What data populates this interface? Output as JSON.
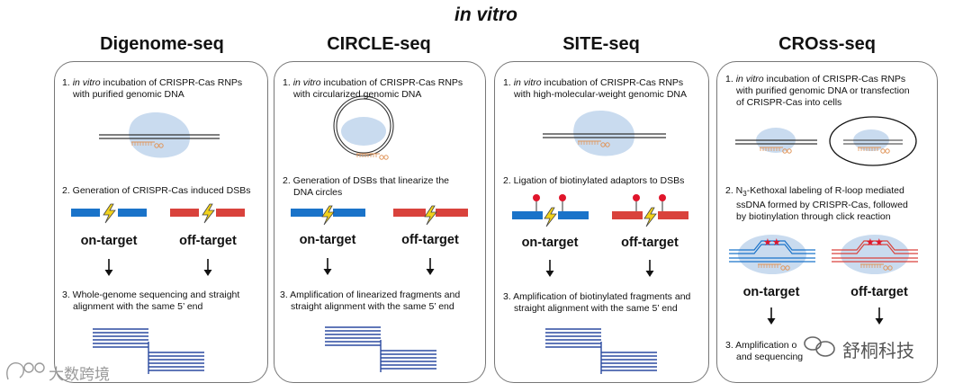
{
  "title": "in vitro",
  "columns": [
    {
      "name": "Digenome-seq",
      "step1_num": "1.",
      "step1_em": "in vitro",
      "step1_a": " incubation of CRISPR-Cas RNPs",
      "step1_b": "with purified genomic DNA",
      "step2_a": "2. Generation of CRISPR-Cas induced DSBs",
      "on": "on-target",
      "off": "off-target",
      "step3_a": "3. Whole-genome sequencing and straight",
      "step3_b": "alignment with the same 5’ end"
    },
    {
      "name": "CIRCLE-seq",
      "step1_num": "1.",
      "step1_em": "in vitro",
      "step1_a": " incubation of CRISPR-Cas RNPs",
      "step1_b": "with circularized genomic DNA",
      "step2_a": "2. Generation of DSBs that linearize the",
      "step2_b": "DNA circles",
      "on": "on-target",
      "off": "off-target",
      "step3_a": "3. Amplification of linearized fragments and",
      "step3_b": "straight alignment with the same 5’ end"
    },
    {
      "name": "SITE-seq",
      "step1_num": "1.",
      "step1_em": "in vitro",
      "step1_a": " incubation of CRISPR-Cas RNPs",
      "step1_b": "with high-molecular-weight genomic DNA",
      "step2_a": "2. Ligation of biotinylated adaptors to DSBs",
      "on": "on-target",
      "off": "off-target",
      "step3_a": "3. Amplification of biotinylated fragments and",
      "step3_b": "straight alignment with the same 5’ end"
    },
    {
      "name": "CROss-seq",
      "step1_num": "1.",
      "step1_em": "in vitro",
      "step1_a": " incubation of CRISPR-Cas RNPs",
      "step1_b": "with purified genomic DNA or transfection",
      "step1_c": "of CRISPR-Cas into cells",
      "step2_pre": "2. N",
      "step2_sub": "3",
      "step2_a": "-Kethoxal labeling of R-loop mediated",
      "step2_b": "ssDNA formed by CRISPR-Cas, followed",
      "step2_c": "by biotinylation through click reaction",
      "on": "on-target",
      "off": "off-target",
      "step3_a": "3. Amplification o",
      "step3_b": "and sequencing"
    }
  ],
  "watermarks": {
    "left": "大数跨境",
    "right": "舒桐科技"
  },
  "colors": {
    "on_target": "#1a73c9",
    "off_target": "#d9423c",
    "lightning": "#f2d21b",
    "protein": "#c9dbef",
    "guide": "#e0955a",
    "read_lines": "#2b4aa0",
    "arrow": "#111111"
  }
}
